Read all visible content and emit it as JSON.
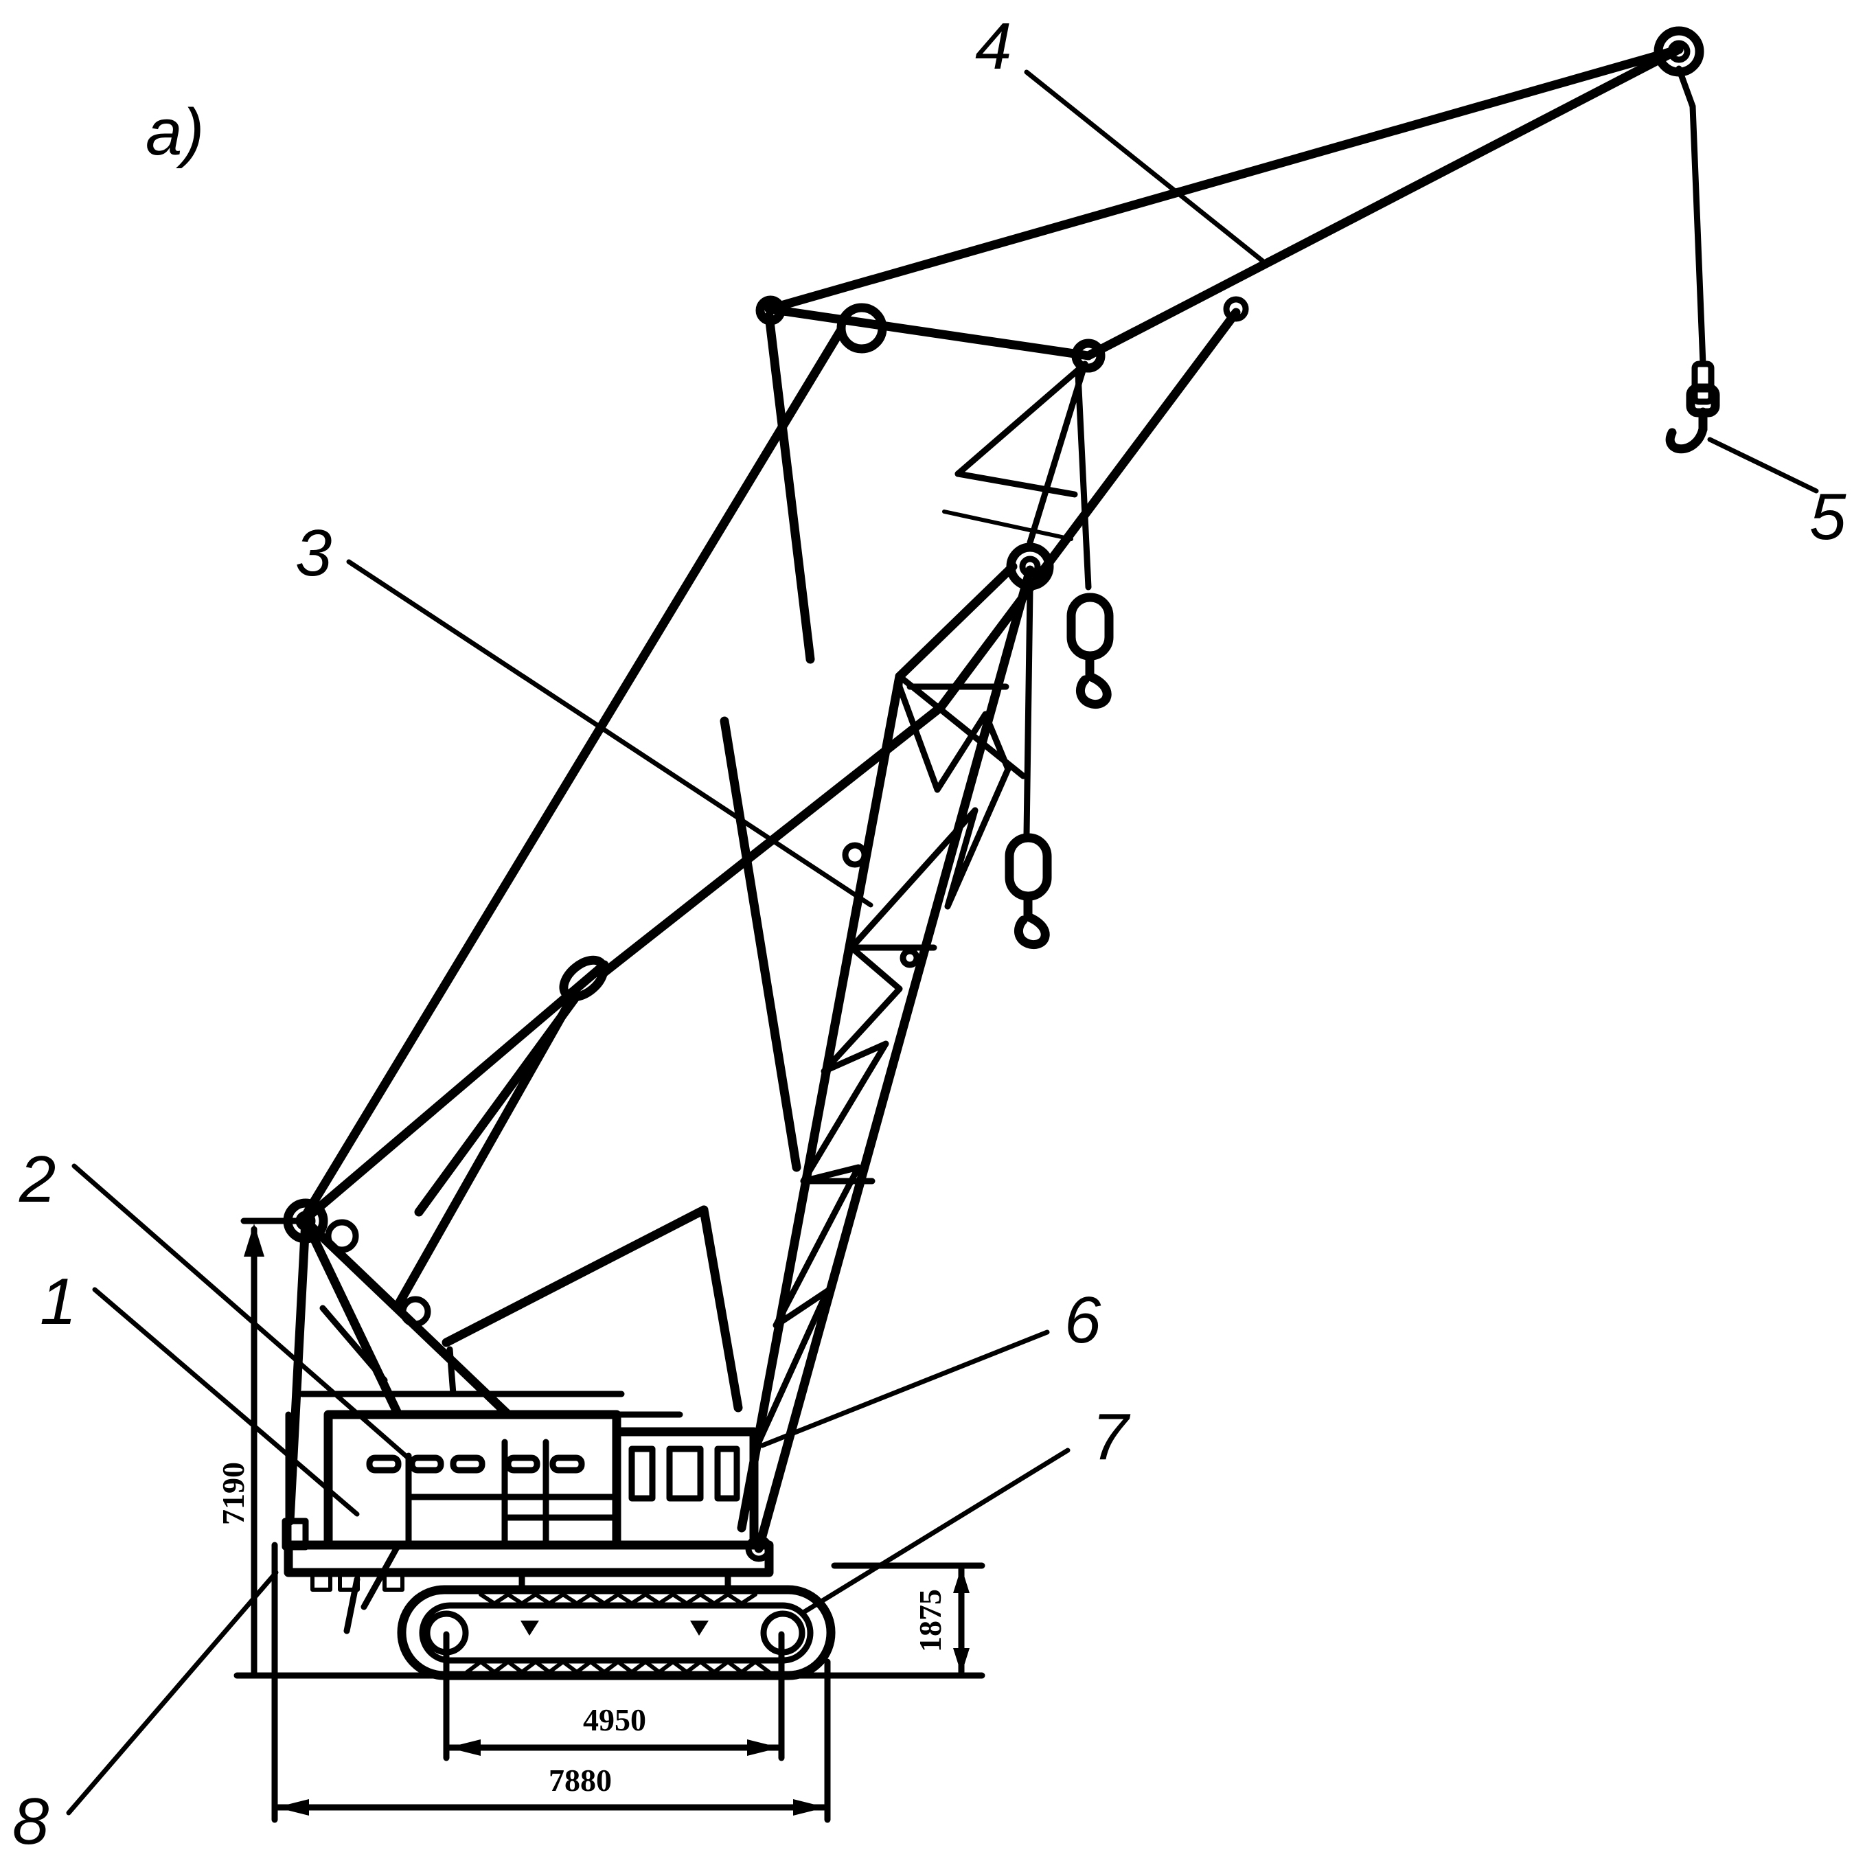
{
  "figure": {
    "panel_label": "a)"
  },
  "callouts": [
    "1",
    "2",
    "3",
    "4",
    "5",
    "6",
    "7",
    "8"
  ],
  "dimensions": {
    "total_height": "7190",
    "track_height": "1875",
    "track_base": "4950",
    "overall_length": "7880"
  },
  "colors": {
    "ink": "#000000",
    "paper": "#ffffff"
  }
}
